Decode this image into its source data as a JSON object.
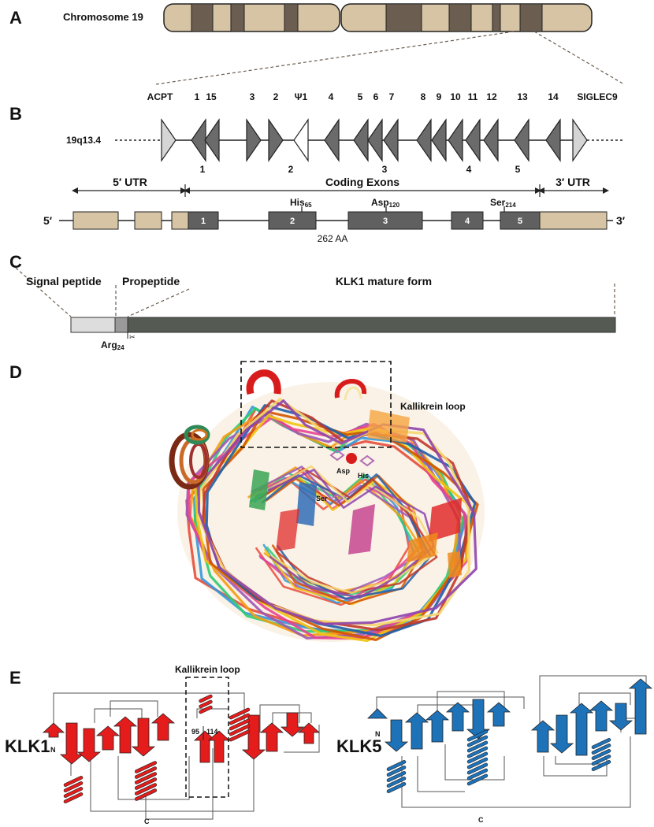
{
  "panels": {
    "a": "A",
    "b": "B",
    "c": "C",
    "d": "D",
    "e": "E"
  },
  "panel_a": {
    "chromosome_label": "Chromosome 19"
  },
  "panel_b": {
    "locus": "19q13.4",
    "gene_labels": [
      "ACPT",
      "1",
      "15",
      "3",
      "2",
      "Ψ1",
      "4",
      "5",
      "6",
      "7",
      "8",
      "9",
      "10",
      "11",
      "12",
      "13",
      "14",
      "SIGLEC9"
    ],
    "subfamily_labels": [
      "1",
      "2",
      "3",
      "4",
      "5"
    ],
    "utr5": "5′ UTR",
    "coding": "Coding Exons",
    "utr3": "3′ UTR",
    "end5": "5′",
    "end3": "3′",
    "exons": [
      "1",
      "2",
      "3",
      "4",
      "5"
    ],
    "his": "His",
    "his_sub": "65",
    "asp": "Asp",
    "asp_sub": "120",
    "ser": "Ser",
    "ser_sub": "214",
    "length": "262 AA"
  },
  "panel_c": {
    "signal": "Signal peptide",
    "propeptide": "Propeptide",
    "mature": "KLK1 mature form",
    "arg": "Arg",
    "arg_sub": "24"
  },
  "panel_d": {
    "loop_label": "Kallikrein loop",
    "asp": "Asp",
    "his": "His",
    "ser": "Ser"
  },
  "panel_e": {
    "loop_label": "Kallikrein loop",
    "klk1": "KLK1",
    "klk5": "KLK5",
    "n": "N",
    "c": "C",
    "res95": "95",
    "res114": "114"
  },
  "colors": {
    "chrom_tan": "#d6c4a4",
    "chrom_band": "#6b5d4f",
    "gene_dark": "#6b6b6b",
    "gene_light": "#d5d5d5",
    "exon_dark": "#606060",
    "utr_tan": "#d6c4a4",
    "mature": "#555a53",
    "signal": "#dddddd",
    "pro": "#9a9a9a",
    "klk1_red": "#e41c1c",
    "klk5_blue": "#1d72b8"
  }
}
